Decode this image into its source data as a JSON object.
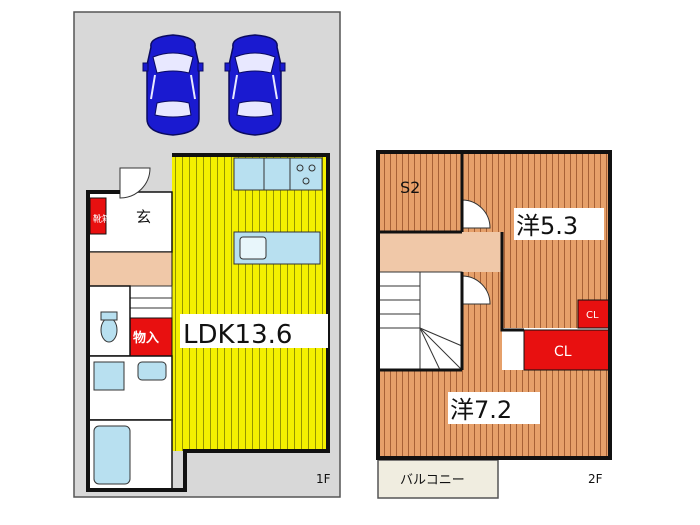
{
  "floor1": {
    "label": "1F",
    "rooms": {
      "ldk": "LDK13.6",
      "entrance": "玄",
      "shoe_storage": "靴箱",
      "storage": "物入"
    }
  },
  "floor2": {
    "label": "2F",
    "rooms": {
      "s2": "S2",
      "western_53": "洋5.3",
      "western_72": "洋7.2",
      "closet_small": "CL",
      "closet_large": "CL",
      "balcony": "バルコニー"
    }
  },
  "colors": {
    "ldk_floor": "#f4f000",
    "room_floor": "#e6a06a",
    "hall_floor": "#f0c8a8",
    "closet": "#e81010",
    "car": "#1a1ad0",
    "parking": "#d8d8d8",
    "wet_area": "#b8e0f0",
    "wall": "#111111"
  },
  "icons": [
    "car-icon",
    "toilet-icon",
    "bathtub-icon",
    "kitchen-sink-icon",
    "stove-icon"
  ]
}
